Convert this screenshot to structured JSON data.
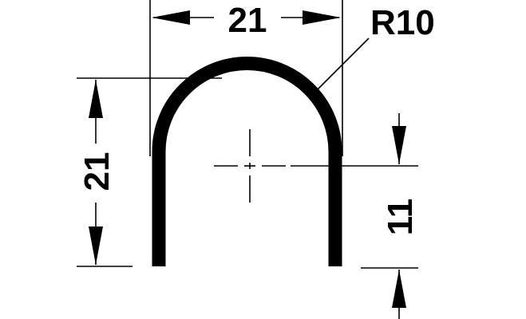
{
  "dimensions": {
    "width_label": "21",
    "radius_label": "R10",
    "height_label": "21",
    "center_height_label": "11"
  },
  "colors": {
    "line": "#000000",
    "background": "#ffffff"
  }
}
